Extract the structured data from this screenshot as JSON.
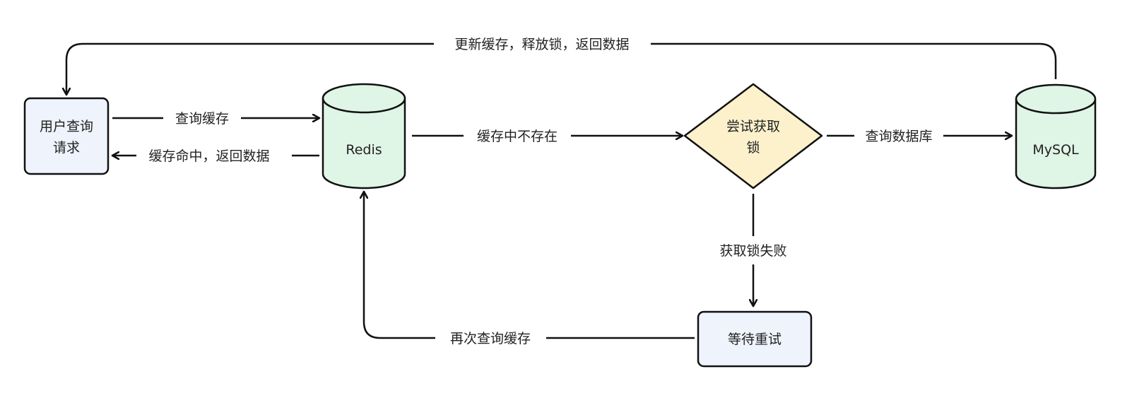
{
  "diagram": {
    "nodes": {
      "user_request": {
        "line1": "用户查询",
        "line2": "请求"
      },
      "redis": {
        "label": "Redis"
      },
      "try_lock": {
        "line1": "尝试获取",
        "line2": "锁"
      },
      "mysql": {
        "label": "MySQL"
      },
      "wait_retry": {
        "label": "等待重试"
      }
    },
    "edges": {
      "query_cache": "查询缓存",
      "cache_hit": "缓存命中，返回数据",
      "cache_miss": "缓存中不存在",
      "query_db": "查询数据库",
      "update_cache": "更新缓存，释放锁，返回数据",
      "lock_failed": "获取锁失败",
      "requery_cache": "再次查询缓存"
    },
    "colors": {
      "process_fill": "#eef3fc",
      "database_fill": "#dff5e6",
      "decision_fill": "#fdf1cc",
      "stroke": "#111111"
    }
  }
}
